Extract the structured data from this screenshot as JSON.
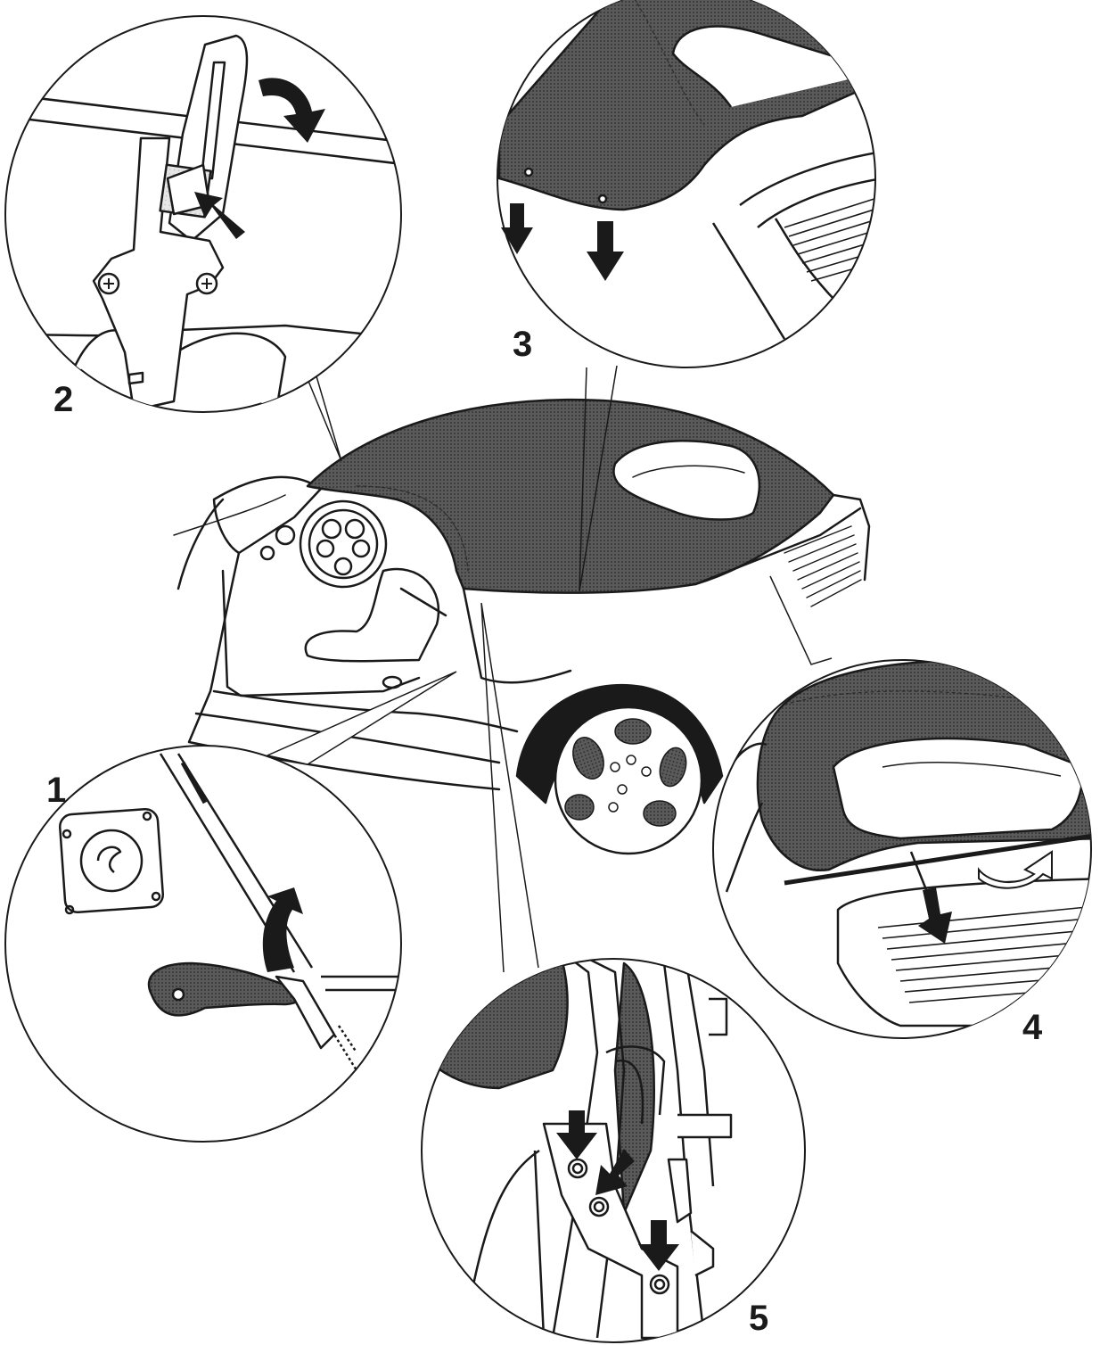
{
  "steps": [
    {
      "number": "1",
      "callout": "interior-release-lever-detail"
    },
    {
      "number": "2",
      "callout": "windshield-frame-latch-detail"
    },
    {
      "number": "3",
      "callout": "roof-front-edge-detail"
    },
    {
      "number": "4",
      "callout": "rear-window-lid-detail"
    },
    {
      "number": "5",
      "callout": "b-pillar-mounting-bolts-detail"
    }
  ],
  "colors": {
    "line": "#1a1a1a",
    "fabric": "#4a4a4a",
    "arrow": "#1a1a1a",
    "background": "#ffffff"
  },
  "icons": [
    "down-arrow-icon",
    "curved-arrow-icon",
    "screw-icon",
    "bolt-icon"
  ]
}
